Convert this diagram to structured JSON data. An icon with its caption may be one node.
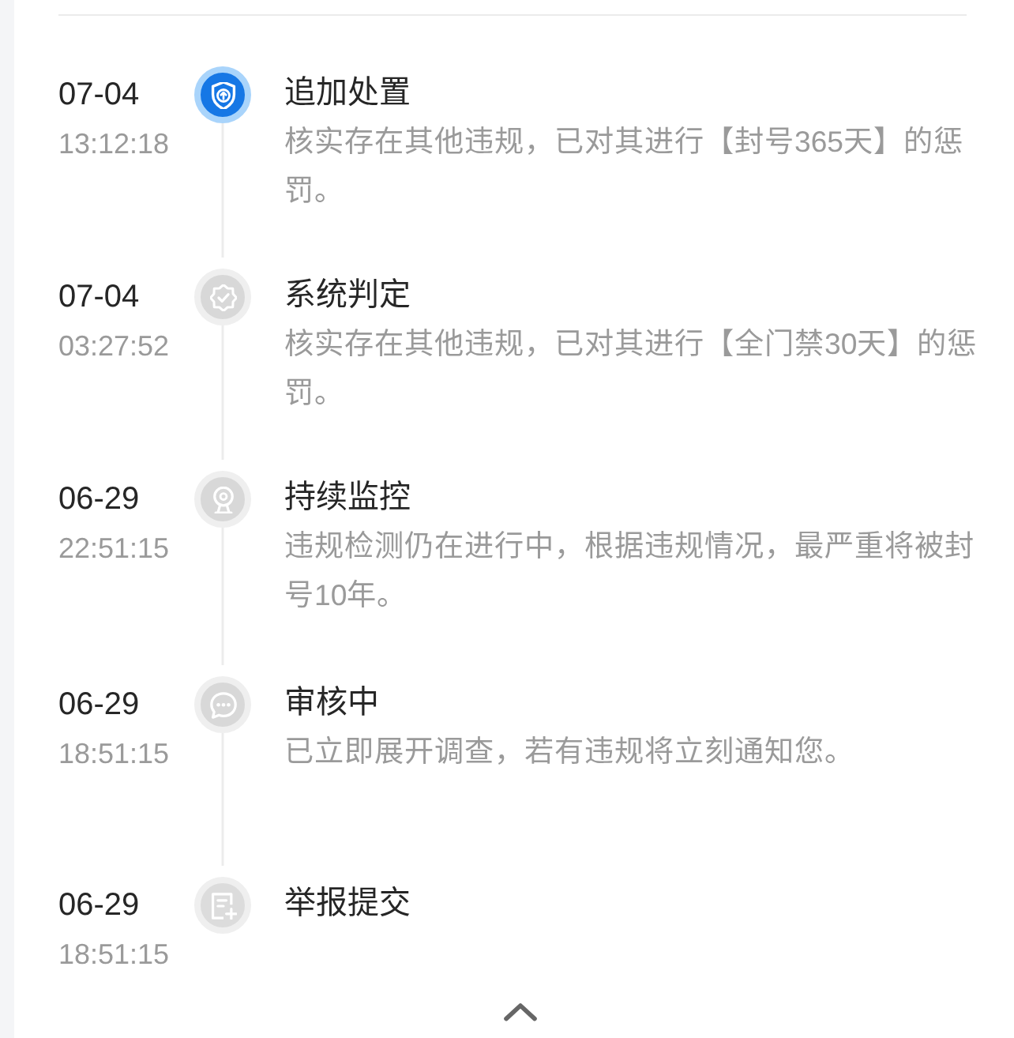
{
  "diagram": {
    "nodes": [
      {
        "text": [],
        "shape": "circle",
        "beside": [
          "07-04",
          "13:12:18",
          "追加处置",
          "核实存在其他违规，已对其进行【封号365天】的惩罚。"
        ]
      },
      {
        "text": [],
        "shape": "circle",
        "beside": [
          "07-04",
          "03:27:52",
          "系统判定",
          "核实存在其他违规，已对其进行【全门禁30天】的惩罚。"
        ]
      },
      {
        "text": [],
        "shape": "circle",
        "beside": [
          "06-29",
          "22:51:15",
          "持续监控",
          "违规检测仍在进行中，根据违规情况，最严重将被封号10年。"
        ]
      },
      {
        "text": [],
        "shape": "circle",
        "beside": [
          "06-29",
          "18:51:15",
          "审核中",
          "已立即展开调查，若有违规将立刻通知您。"
        ]
      },
      {
        "text": [],
        "shape": "circle",
        "beside": [
          "06-29",
          "18:51:15",
          "举报提交"
        ]
      }
    ],
    "edges": [
      {
        "from": 0,
        "to": 1,
        "arrow": "none"
      },
      {
        "from": 1,
        "to": 2,
        "arrow": "none"
      },
      {
        "from": 2,
        "to": 3,
        "arrow": "none"
      },
      {
        "from": 3,
        "to": 4,
        "arrow": "none"
      }
    ]
  }
}
